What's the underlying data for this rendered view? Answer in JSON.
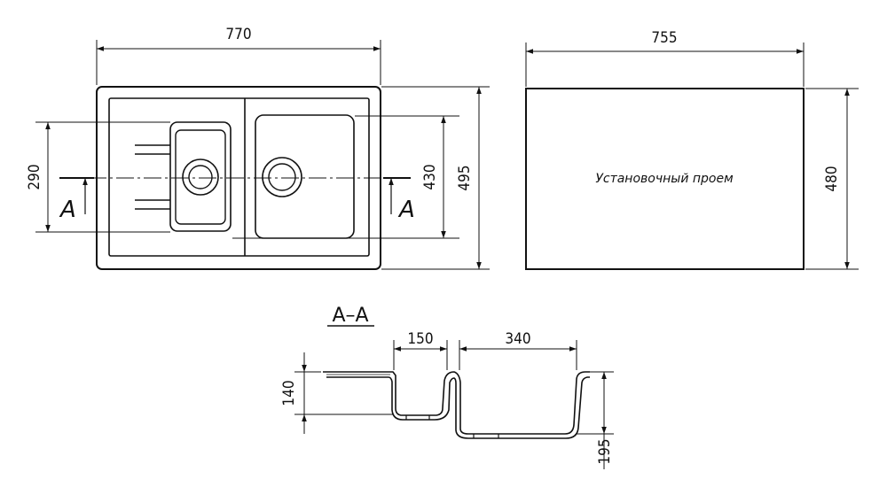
{
  "top_view": {
    "width_dim": "770",
    "bowl_depth_dim": "290",
    "inner_depth_dim": "430",
    "total_depth_dim": "495",
    "section_marker_left": "A",
    "section_marker_right": "A"
  },
  "cutout_view": {
    "width_dim": "755",
    "height_dim": "480",
    "label": "Установочный проем"
  },
  "section_view": {
    "title": "A–A",
    "small_bowl_width_dim": "150",
    "large_bowl_width_dim": "340",
    "small_bowl_depth_dim": "140",
    "large_bowl_depth_dim": "195"
  }
}
